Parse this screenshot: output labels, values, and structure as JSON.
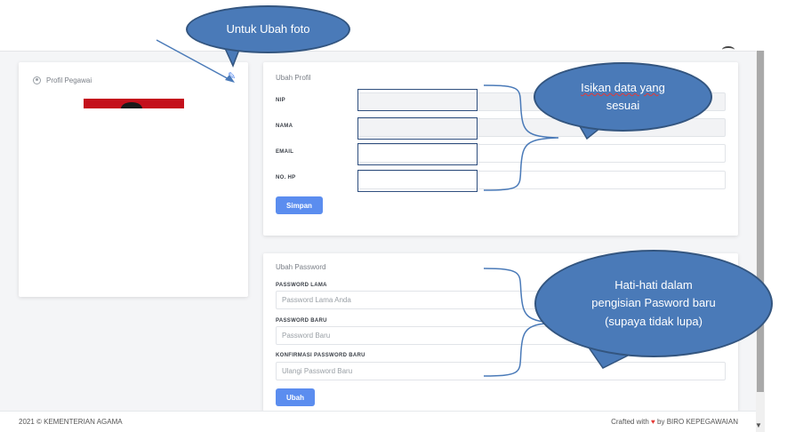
{
  "profile_card": {
    "title": "Profil Pegawai",
    "icon": "user-circle-icon",
    "edit_icon": "pencil-icon"
  },
  "profile_form": {
    "title": "Ubah Profil",
    "fields": [
      {
        "label": "NIP",
        "value": "",
        "readonly": true
      },
      {
        "label": "NAMA",
        "value": "",
        "readonly": true
      },
      {
        "label": "EMAIL",
        "value": "",
        "readonly": false
      },
      {
        "label": "NO. HP",
        "value": "",
        "readonly": false
      }
    ],
    "submit_label": "Simpan"
  },
  "password_form": {
    "title": "Ubah Password",
    "fields": [
      {
        "label": "PASSWORD LAMA",
        "placeholder": "Password Lama Anda"
      },
      {
        "label": "PASSWORD BARU",
        "placeholder": "Password Baru"
      },
      {
        "label": "KONFIRMASI PASSWORD BARU",
        "placeholder": "Ulangi Password Baru"
      }
    ],
    "submit_label": "Ubah"
  },
  "footer": {
    "left": "2021 © KEMENTERIAN AGAMA",
    "right_prefix": "Crafted with",
    "right_suffix": "by BIRO KEPEGAWAIAN"
  },
  "annotations": {
    "photo_note": "Untuk Ubah foto",
    "data_note_line1": "Isikan data  yang",
    "data_note_line2": "sesuai",
    "password_note_line1": "Hati-hati dalam",
    "password_note_line2": "pengisian Pasword baru",
    "password_note_line3": "(supaya tidak lupa)"
  },
  "colors": {
    "accent": "#5b8def",
    "bubble": "#4a7ab8",
    "heart": "#e53935",
    "photo": "#c4101c"
  }
}
